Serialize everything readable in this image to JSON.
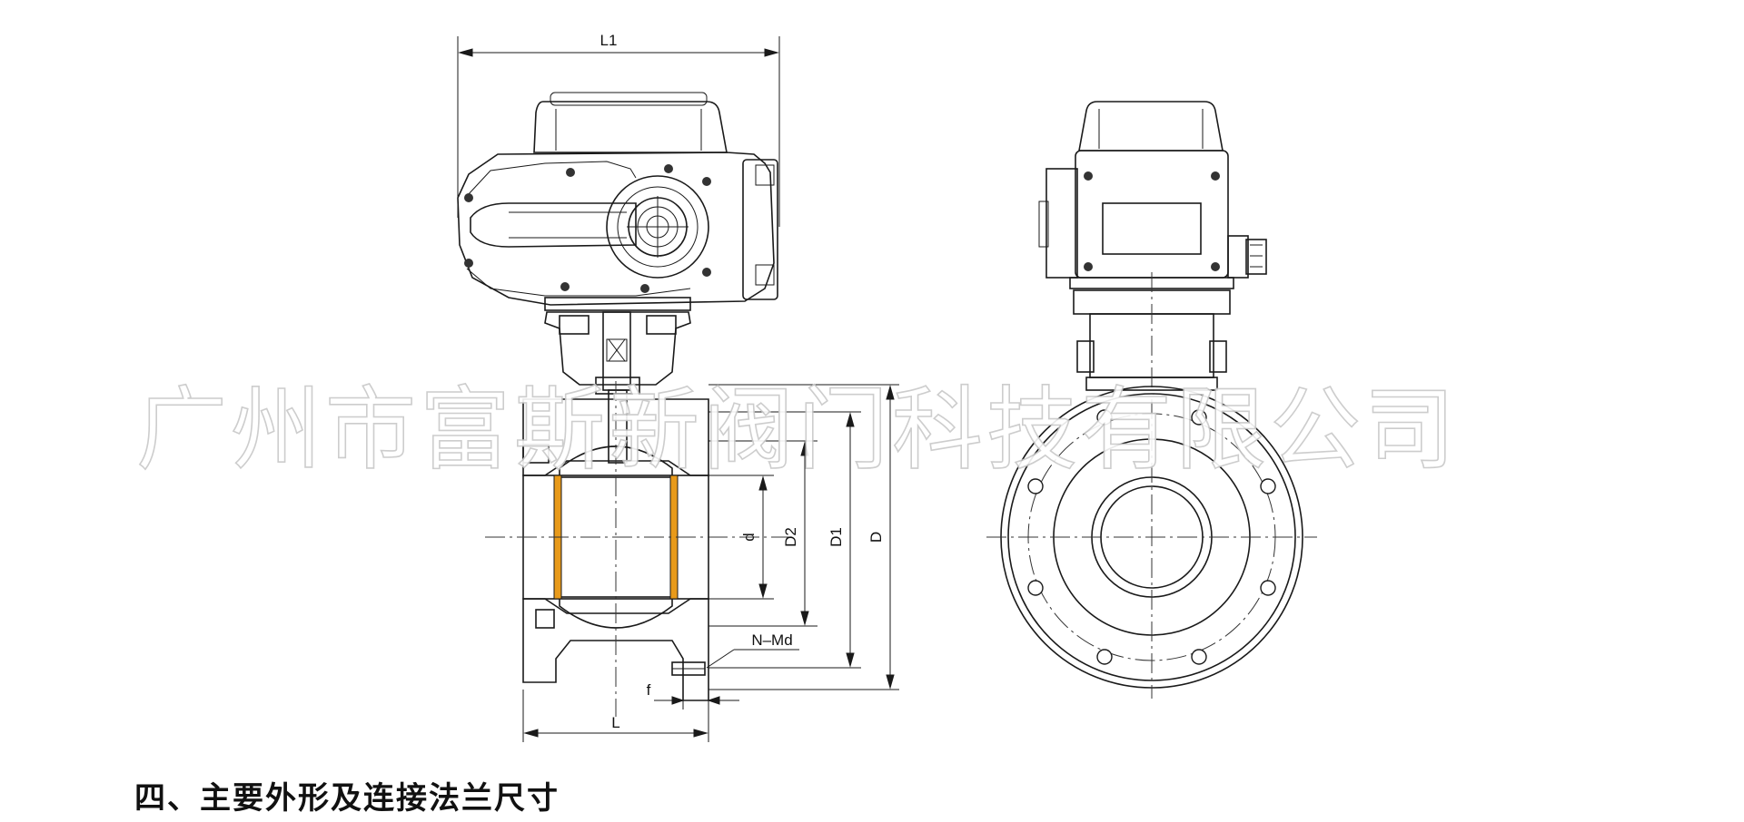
{
  "labels": {
    "L1": "L1",
    "L": "L",
    "d": "d",
    "D2": "D2",
    "D1": "D1",
    "D": "D",
    "NMd": "N–Md",
    "f": "f"
  },
  "watermark": "广州市富斯新阀门科技有限公司",
  "heading": "四、主要外形及连接法兰尺寸",
  "colors": {
    "actuator": "#f2ead8",
    "bore": "#2aa8e4",
    "bore_light": "#d8effa",
    "seal": "#e89a1a",
    "line": "#1a1a1a"
  }
}
